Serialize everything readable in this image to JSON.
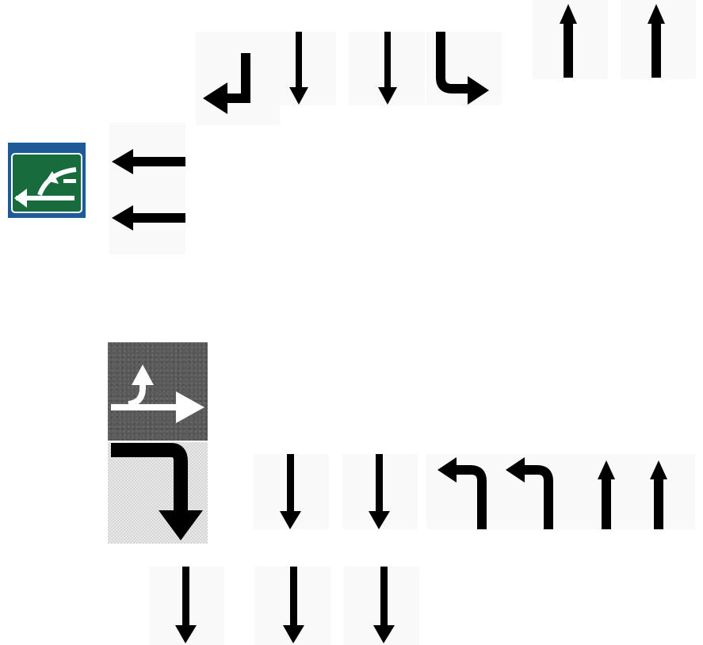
{
  "image": {
    "background": "#ffffff",
    "arrow_color": "#000000",
    "road_marking_color": "#ffffff",
    "road_sign_colors": {
      "frame": "#1d5a97",
      "panel": "#176b3c",
      "symbol": "#ffffff"
    },
    "rows": [
      {
        "row": "top",
        "icons": [
          "down-left-arrow-icon",
          "down-arrow-icon",
          "down-arrow-icon",
          "down-right-arrow-icon",
          "up-arrow-icon",
          "up-arrow-icon"
        ]
      },
      {
        "row": "middle",
        "icons": [
          "exit-road-sign-icon",
          "double-left-arrow-icon"
        ]
      },
      {
        "row": "road-marking",
        "icons": [
          "straight-right-road-marking-icon"
        ]
      },
      {
        "row": "lower",
        "icons": [
          "right-down-arrow-icon",
          "down-arrow-icon",
          "down-arrow-icon",
          "left-turn-arrow-icon",
          "left-turn-arrow-icon",
          "up-arrow-icon",
          "up-arrow-icon"
        ]
      },
      {
        "row": "bottom",
        "icons": [
          "down-arrow-icon",
          "down-arrow-icon",
          "down-arrow-icon"
        ]
      }
    ]
  }
}
